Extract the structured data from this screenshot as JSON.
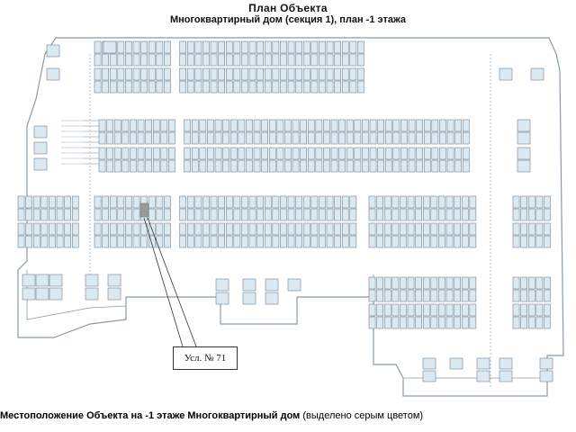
{
  "header": {
    "title": "План Объекта",
    "subtitle": "Многоквартирный дом (секция 1), план -1 этажа"
  },
  "callout": {
    "label": "Усл. № 71"
  },
  "caption": {
    "main": "Местоположение Объекта на -1 этаже Многоквартирный дом",
    "note": " (выделено серым цветом)"
  },
  "colors": {
    "wall": "#8a9ba6",
    "spot_fill": "#dbe9f2",
    "spot_stroke": "#5b6f7c",
    "highlight": "#9a9a9a",
    "background": "#ffffff"
  }
}
